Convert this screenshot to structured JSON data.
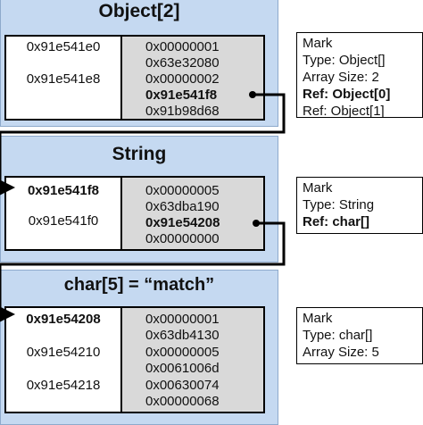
{
  "panels": [
    {
      "title": "Object[2]",
      "addresses": [
        "0x91e541e0",
        "0x91e541e8"
      ],
      "values": [
        "0x00000001",
        "0x63e32080",
        "0x00000002",
        "0x91e541f8",
        "0x91b98d68"
      ],
      "info": [
        "Mark",
        "Type: Object[]",
        "Array Size: 2",
        "Ref: Object[0]",
        "Ref: Object[1]"
      ]
    },
    {
      "title": "String",
      "addresses": [
        "0x91e541f8",
        "0x91e541f0"
      ],
      "values": [
        "0x00000005",
        "0x63dba190",
        "0x91e54208",
        "0x00000000"
      ],
      "info": [
        "Mark",
        "Type: String",
        "Ref: char[]"
      ]
    },
    {
      "title": "char[5] = “match”",
      "addresses": [
        "0x91e54208",
        "0x91e54210",
        "0x91e54218"
      ],
      "values": [
        "0x00000001",
        "0x63db4130",
        "0x00000005",
        "0x0061006d",
        "0x00630074",
        "0x00000068"
      ],
      "info": [
        "Mark",
        "Type: char[]",
        "Array Size: 5"
      ]
    }
  ]
}
